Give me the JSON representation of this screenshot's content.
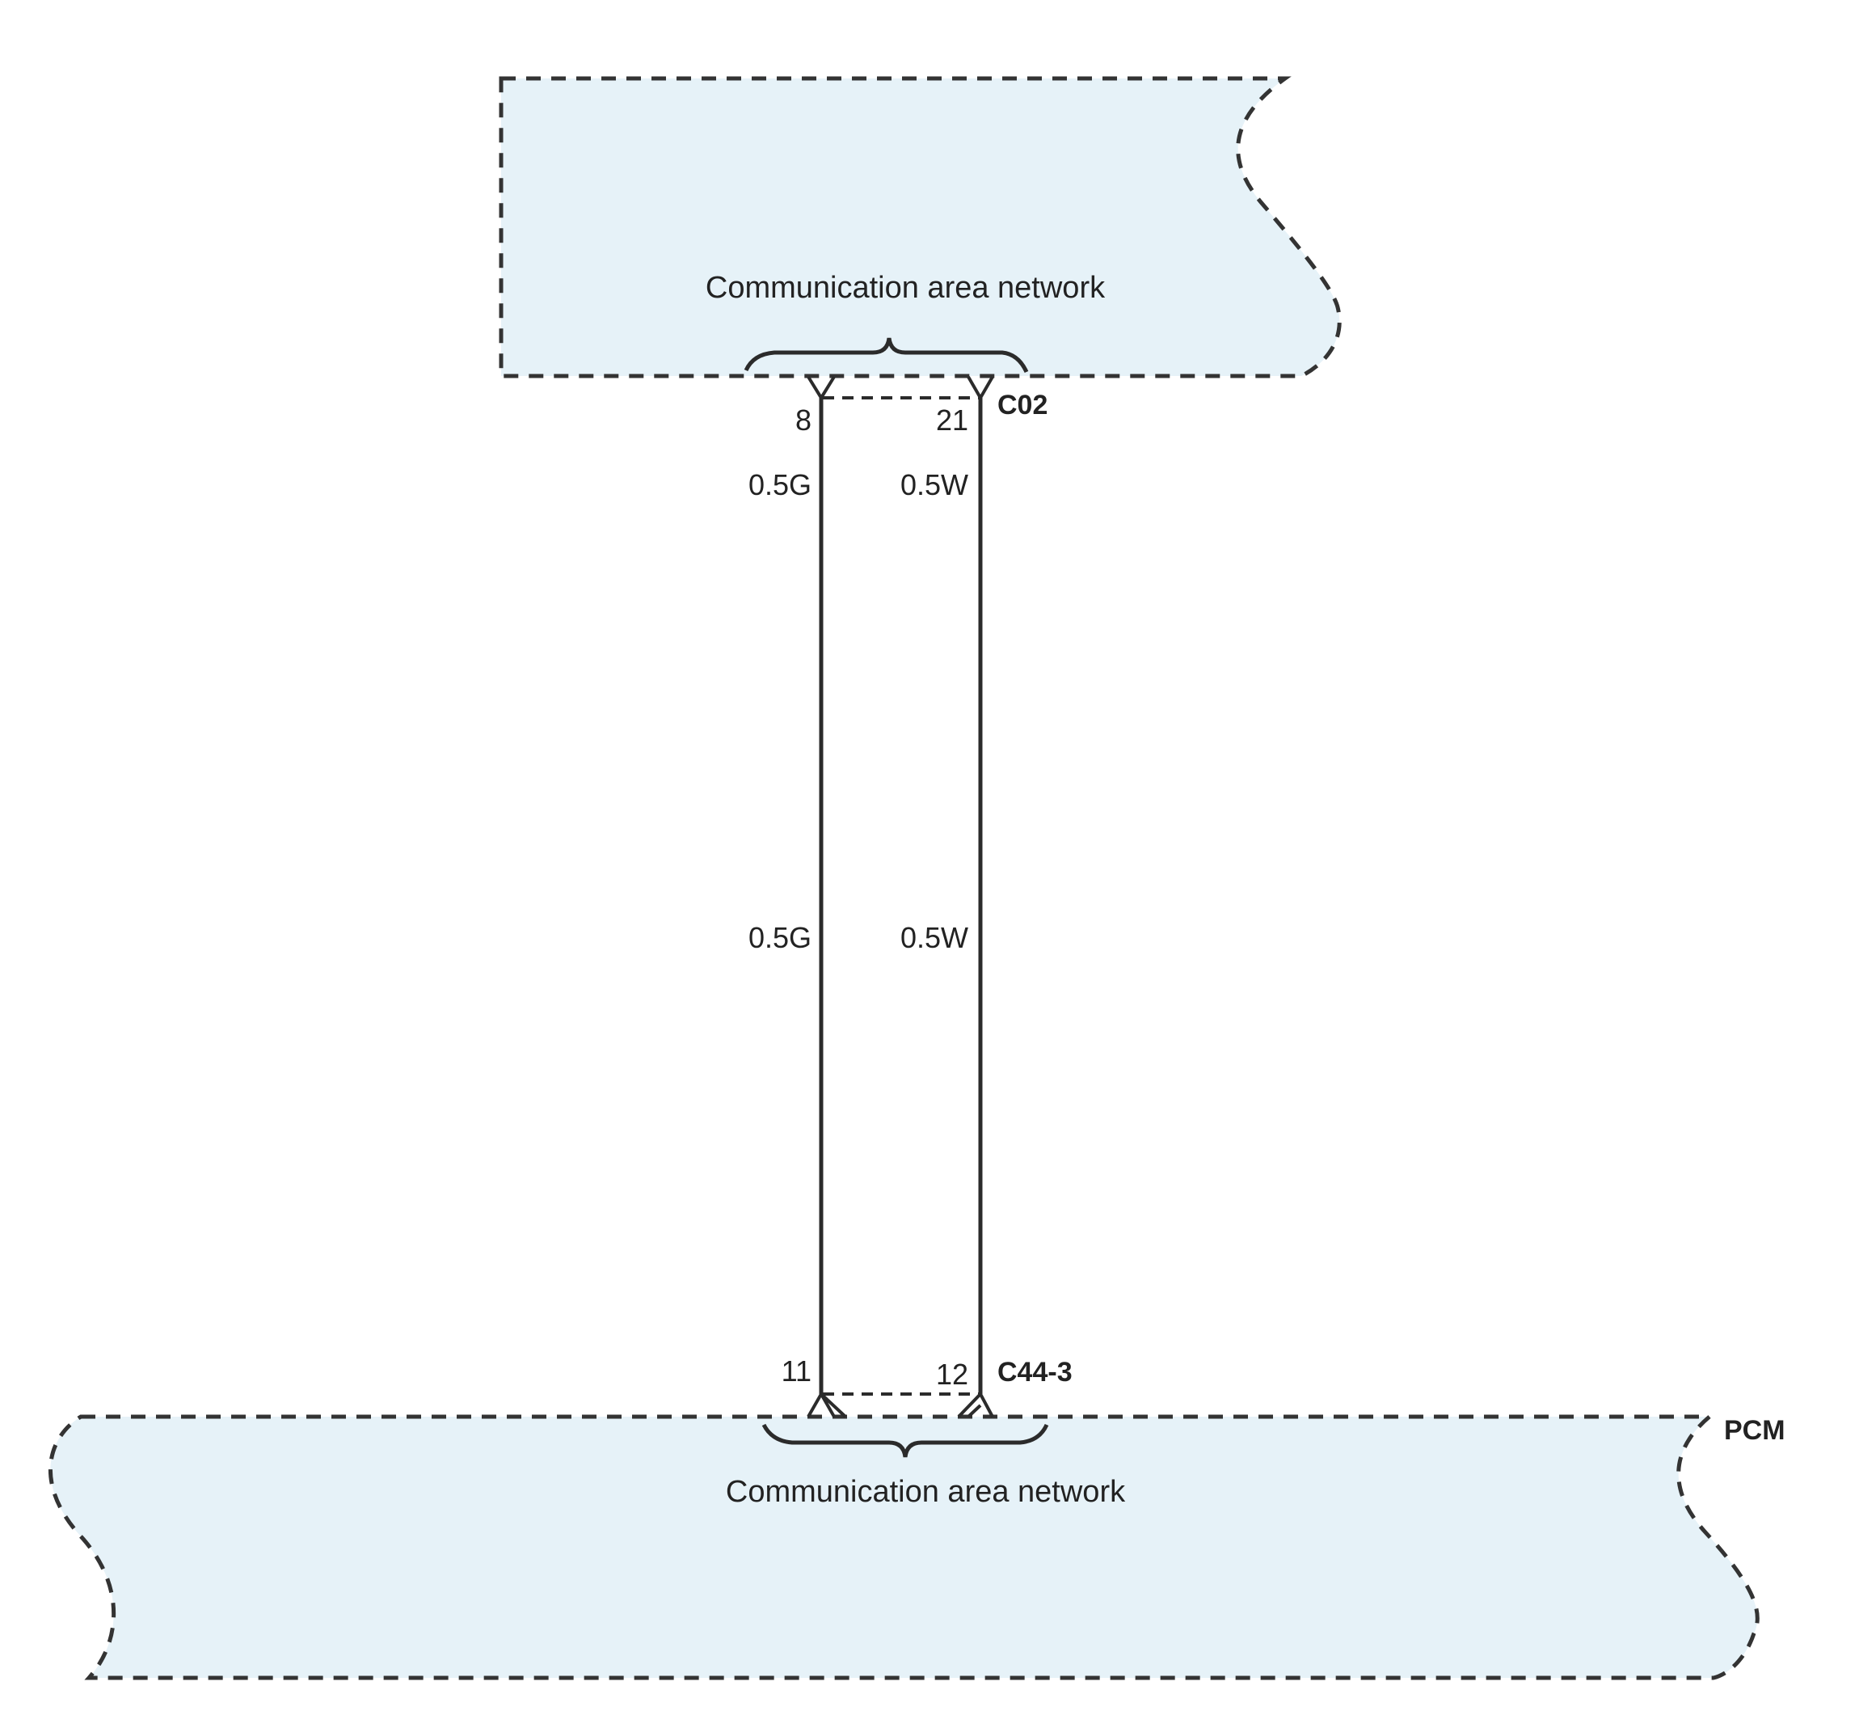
{
  "colors": {
    "module_fill": "#e6f2f8",
    "outline": "#333333",
    "wire": "#2b2b2b"
  },
  "top_module": {
    "label": "Communication area network",
    "connector": "C02",
    "pins": {
      "left": "8",
      "right": "21"
    }
  },
  "bottom_module": {
    "label": "Communication area network",
    "name": "PCM",
    "connector": "C44-3",
    "pins": {
      "left": "11",
      "right": "12"
    }
  },
  "wires": {
    "left": {
      "label_top": "0.5G",
      "label_mid": "0.5G"
    },
    "right": {
      "label_top": "0.5W",
      "label_mid": "0.5W"
    }
  }
}
